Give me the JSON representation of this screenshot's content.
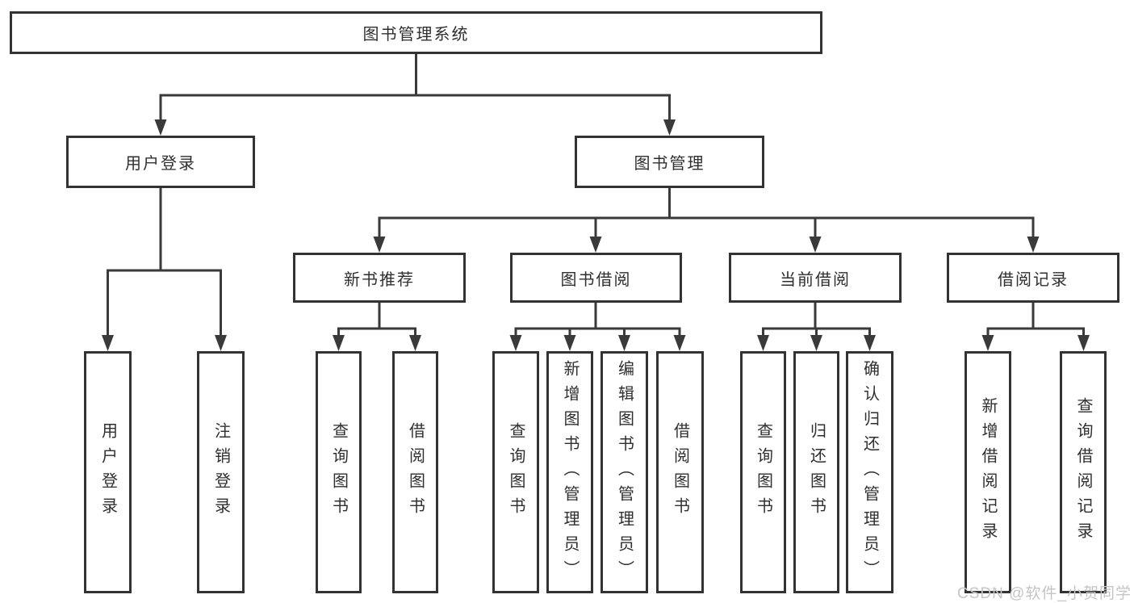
{
  "tree": {
    "root": {
      "label": "图书管理系统"
    },
    "user_login": {
      "label": "用户登录",
      "children": [
        {
          "label": "用户登录"
        },
        {
          "label": "注销登录"
        }
      ]
    },
    "book_mgmt": {
      "label": "图书管理",
      "children": [
        {
          "label": "新书推荐",
          "children": [
            {
              "label": "查询图书"
            },
            {
              "label": "借阅图书"
            }
          ]
        },
        {
          "label": "图书借阅",
          "children": [
            {
              "label": "查询图书"
            },
            {
              "label": "新增图书（管理员）"
            },
            {
              "label": "编辑图书（管理员）"
            },
            {
              "label": "借阅图书"
            }
          ]
        },
        {
          "label": "当前借阅",
          "children": [
            {
              "label": "查询图书"
            },
            {
              "label": "归还图书"
            },
            {
              "label": "确认归还（管理员）"
            }
          ]
        },
        {
          "label": "借阅记录",
          "children": [
            {
              "label": "新增借阅记录"
            },
            {
              "label": "查询借阅记录"
            }
          ]
        }
      ]
    }
  },
  "watermark": "CSDN @软件_小贺同学",
  "colors": {
    "line": "#3a3a3a",
    "border": "#333333",
    "text": "#2f2f2f",
    "watermark": "#c5c5c5",
    "background": "#ffffff"
  }
}
